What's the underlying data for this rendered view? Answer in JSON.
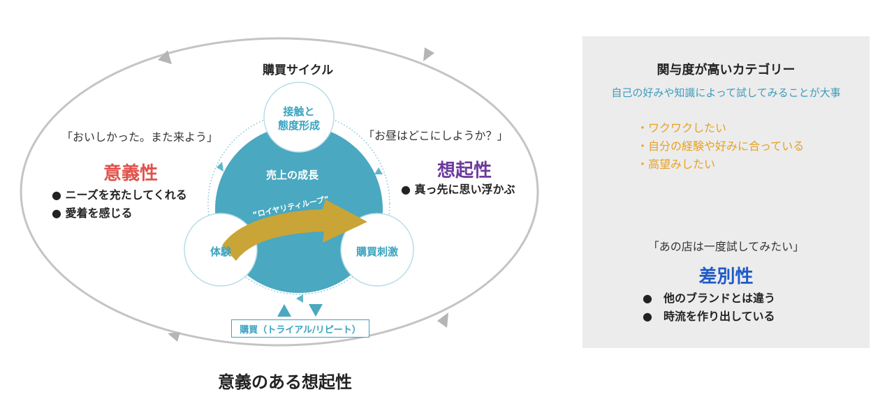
{
  "cycle": {
    "title": "購買サイクル",
    "center": "売上の成長",
    "loop": "“ロイヤリティループ”",
    "node_top": "接触と\n態度形成",
    "node_top_l1": "接触と",
    "node_top_l2": "態度形成",
    "node_left": "体験",
    "node_right": "購買刺激",
    "purchase": "購買（トライアル/リピート）"
  },
  "left": {
    "quote": "「おいしかった。また来よう」",
    "heading": "意義性",
    "bullets": [
      "● ニーズを充たしてくれる",
      "● 愛着を感じる"
    ]
  },
  "right": {
    "quote": "「お昼はどこにしようか？」",
    "heading": "想起性",
    "bullets": [
      "● 真っ先に思い浮かぶ"
    ]
  },
  "bottom_title": "意義のある想起性",
  "panel": {
    "title": "関与度が高いカテゴリー",
    "subtitle": "自己の好みや知識によって試してみることが大事",
    "items": [
      "・ワクワクしたい",
      "・自分の経験や好みに合っている",
      "・高望みしたい"
    ],
    "quote": "「あの店は一度試してみたい」",
    "heading": "差別性",
    "bullets": [
      "●　他のブランドとは違う",
      "●　時流を作り出している"
    ]
  },
  "colors": {
    "teal": "#4aa8c0",
    "teal_light": "#3aa3bf",
    "gold": "#c9a437",
    "red": "#e0524b",
    "purple": "#6c3a9c",
    "blue": "#1f5bc6",
    "yellow": "#e6a123",
    "panel_bg": "#ececec",
    "outline_gray": "#bdbdbd"
  }
}
